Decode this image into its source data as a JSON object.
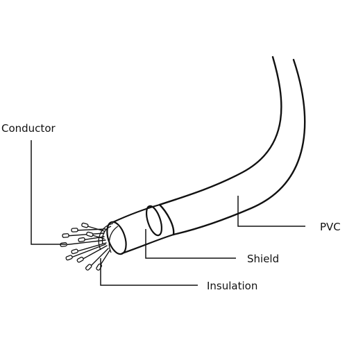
{
  "labels": {
    "conductor": "Conductor",
    "pvc": "PVC",
    "shield": "Shield",
    "insulation": "Insulation"
  },
  "colors": {
    "ink": "#111111",
    "background": "#ffffff"
  }
}
